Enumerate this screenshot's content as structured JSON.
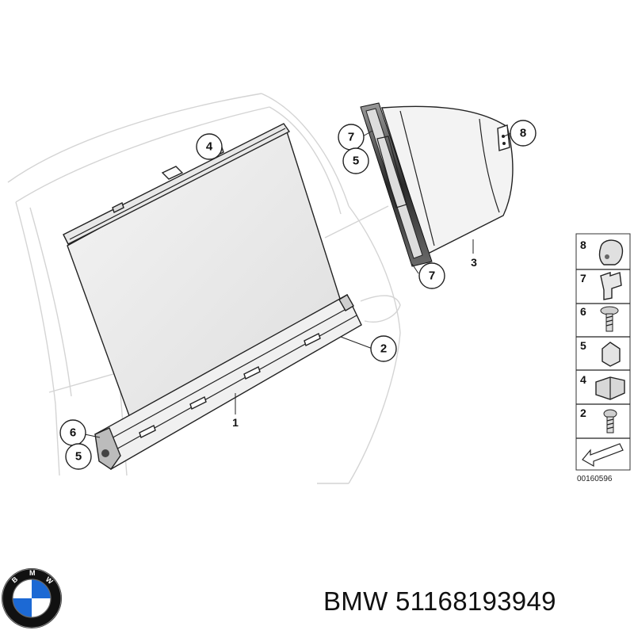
{
  "callouts": {
    "c4": "4",
    "c7_top": "7",
    "c5_top": "5",
    "c8": "8",
    "c3": "3",
    "c7_bottom": "7",
    "c2": "2",
    "c1": "1",
    "c6": "6",
    "c5_bottom": "5"
  },
  "legend": {
    "items": [
      "8",
      "7",
      "6",
      "5",
      "4",
      "2"
    ]
  },
  "diagram_code": "00160596",
  "caption": {
    "brand": "BMW",
    "part_number": "51168193949"
  },
  "logo": {
    "text": "BMW",
    "colors": {
      "blue": "#1c69d4",
      "white": "#ffffff",
      "ring": "#111111"
    }
  }
}
